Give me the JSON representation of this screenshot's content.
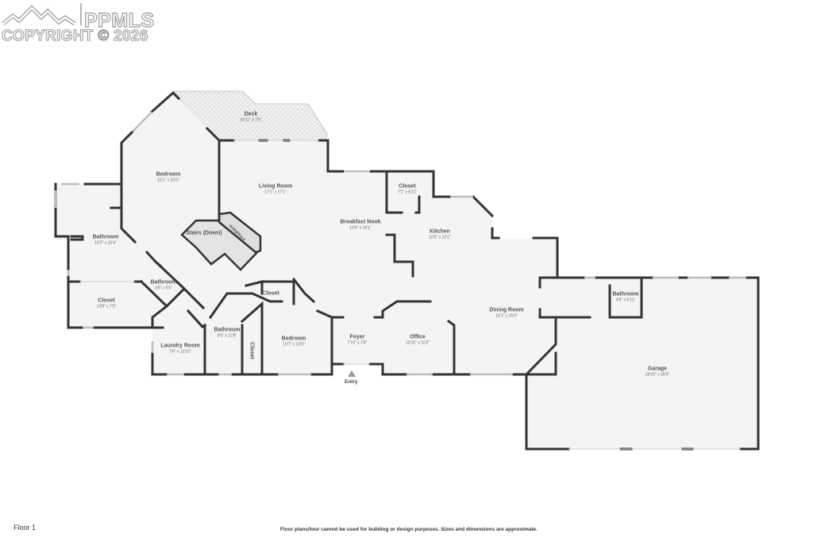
{
  "watermark": {
    "brand": "PPMLS",
    "copyright": "COPYRIGHT © 2026"
  },
  "floor_label": "Floor 1",
  "disclaimer": "Floor plans/tour cannot be used for building or design purposes. Sizes and dimensions are approximate.",
  "entry_label": "Entry",
  "rooms": {
    "deck": {
      "name": "Deck",
      "dims": "24'11\" x 7'6\""
    },
    "bedroom_main": {
      "name": "Bedroom",
      "dims": "15'1\" x 26'5\""
    },
    "living_room": {
      "name": "Living Room",
      "dims": "17'1\" x 17'1\""
    },
    "closet_kitchen": {
      "name": "Closet",
      "dims": "7'1\" x 5'11\""
    },
    "breakfast_nook": {
      "name": "Breakfast Nook",
      "dims": "10'4\" x 16'1\""
    },
    "kitchen": {
      "name": "Kitchen",
      "dims": "16'5\" x 12'1\""
    },
    "bathroom_master": {
      "name": "Bathroom",
      "dims": "16'0\" x 15'4\""
    },
    "stairs": {
      "name": "Stairs (Down)"
    },
    "fireplace": {
      "name": "Fireplace"
    },
    "bathroom_small": {
      "name": "Bathroom",
      "dims": "3'6\" x 5'5\""
    },
    "closet_master": {
      "name": "Closet",
      "dims": "14'8\" x 7'0\""
    },
    "closet_hall": {
      "name": "Closet"
    },
    "laundry_room": {
      "name": "Laundry Room",
      "dims": "7'8\" x 12'10\""
    },
    "bathroom_hall": {
      "name": "Bathroom",
      "dims": "9'0\" x 12'8\""
    },
    "closet_narrow": {
      "name": "Closet"
    },
    "bedroom_2": {
      "name": "Bedroom",
      "dims": "10'7\" x 13'9\""
    },
    "foyer": {
      "name": "Foyer",
      "dims": "7'10\" x 7'0\""
    },
    "office": {
      "name": "Office",
      "dims": "10'10\" x 11'2\""
    },
    "dining_room": {
      "name": "Dining Room",
      "dims": "16'1\" x 15'0\""
    },
    "bathroom_garage": {
      "name": "Bathroom",
      "dims": "4'6\" x 5'11\""
    },
    "garage": {
      "name": "Garage",
      "dims": "34'10\" x 26'9\""
    }
  },
  "colors": {
    "wall": "#333333",
    "floor": "#f4f4f4",
    "window": "#cfcfcf",
    "text": "#555555",
    "watermark": "#9a9a9a"
  }
}
